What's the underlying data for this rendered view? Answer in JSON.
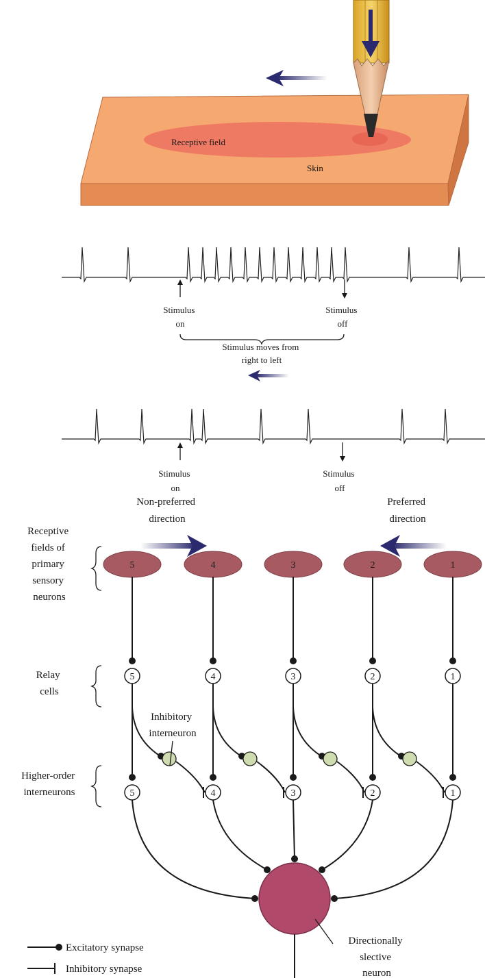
{
  "panel_a": {
    "receptive_field_label": "Receptive field",
    "skin_label": "Skin"
  },
  "trace_1": {
    "stimulus_on_label": [
      "Stimulus",
      "on"
    ],
    "stimulus_off_label": [
      "Stimulus",
      "off"
    ],
    "movement_label": [
      "Stimulus moves from",
      "right to left"
    ]
  },
  "trace_2": {
    "stimulus_on_label": [
      "Stimulus",
      "on"
    ],
    "stimulus_off_label": [
      "Stimulus",
      "off"
    ]
  },
  "directions": {
    "non_preferred": [
      "Non-preferred",
      "direction"
    ],
    "preferred": [
      "Preferred",
      "direction"
    ]
  },
  "row_labels": {
    "receptive_fields": [
      "Receptive",
      "fields of",
      "primary",
      "sensory",
      "neurons"
    ],
    "relay_cells": [
      "Relay",
      "cells"
    ],
    "higher_order": [
      "Higher-order",
      "interneurons"
    ]
  },
  "inhibitory_interneuron_label": [
    "Inhibitory",
    "interneuron"
  ],
  "receptive_field_numbers": [
    "5",
    "4",
    "3",
    "2",
    "1"
  ],
  "relay_numbers": [
    "5",
    "4",
    "3",
    "2",
    "1"
  ],
  "higher_order_numbers": [
    "5",
    "4",
    "3",
    "2",
    "1"
  ],
  "output_neuron_label": [
    "Directionally",
    "slective",
    "neuron"
  ],
  "legend": {
    "excitatory": "Excitatory synapse",
    "inhibitory": "Inhibitory synapse"
  },
  "colors": {
    "skin_top": "#f5a870",
    "skin_side": "#e0824a",
    "receptive_field": "#ef7a63",
    "receptive_field_oval": "#a85a62",
    "output_neuron": "#b0496a",
    "inhibitory_interneuron": "#cfdcb0",
    "arrow": "#2b2a6e"
  }
}
